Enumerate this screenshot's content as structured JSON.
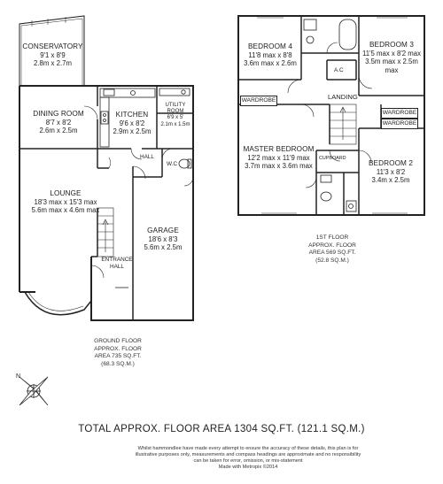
{
  "ground_floor": {
    "rooms": [
      {
        "name": "CONSERVATORY",
        "dims": [
          "9'1 x 8'9",
          "2.8m x 2.7m"
        ]
      },
      {
        "name": "DINING ROOM",
        "dims": [
          "8'7 x 8'2",
          "2.6m x 2.5m"
        ]
      },
      {
        "name": "KITCHEN",
        "dims": [
          "9'6 x 8'2",
          "2.9m x 2.5m"
        ]
      },
      {
        "name": "UTILITY ROOM",
        "dims": [
          "6'9 x 5'",
          "2.1m x 1.5m"
        ]
      },
      {
        "name": "LOUNGE",
        "dims": [
          "18'3 max x 15'3 max",
          "5.6m max x 4.6m max"
        ]
      },
      {
        "name": "GARAGE",
        "dims": [
          "18'6 x 8'3",
          "5.6m x 2.5m"
        ]
      }
    ],
    "labels": {
      "hall": "HALL",
      "wc": "W.C",
      "entrance_hall": [
        "ENTRANCE",
        "HALL"
      ]
    },
    "area": [
      "GROUND FLOOR",
      "APPROX. FLOOR",
      "AREA 735 SQ.FT.",
      "(68.3 SQ.M.)"
    ]
  },
  "first_floor": {
    "rooms": [
      {
        "name": "BEDROOM 4",
        "dims": [
          "11'8 max x 8'8",
          "3.6m max x 2.6m"
        ]
      },
      {
        "name": "BEDROOM 3",
        "dims": [
          "11'5 max x 8'2 max",
          "3.5m max x 2.5m max"
        ]
      },
      {
        "name": "MASTER BEDROOM",
        "dims": [
          "12'2 max x 11'9 max",
          "3.7m max x 3.6m max"
        ]
      },
      {
        "name": "BEDROOM 2",
        "dims": [
          "11'3 x 8'2",
          "3.4m x 2.5m"
        ]
      }
    ],
    "labels": {
      "ac": "A.C",
      "landing": "LANDING",
      "wardrobe": "WARDROBE",
      "cupboard": "CUPBOARD"
    },
    "area": [
      "1ST FLOOR",
      "APPROX. FLOOR",
      "AREA 569 SQ.FT.",
      "(52.8 SQ.M.)"
    ]
  },
  "total": "TOTAL APPROX. FLOOR AREA 1304 SQ.FT. (121.1 SQ.M.)",
  "disclaimer": [
    "Whilst hammondlee have made every attempt to ensure the accuracy of these details, this plan is for",
    "illustrative purposes only, measurements and compass headings are approximate and no responsibility",
    "can be taken for error, omission, or mis-statement",
    "Made with Metropix ©2014"
  ],
  "compass_label": "N"
}
